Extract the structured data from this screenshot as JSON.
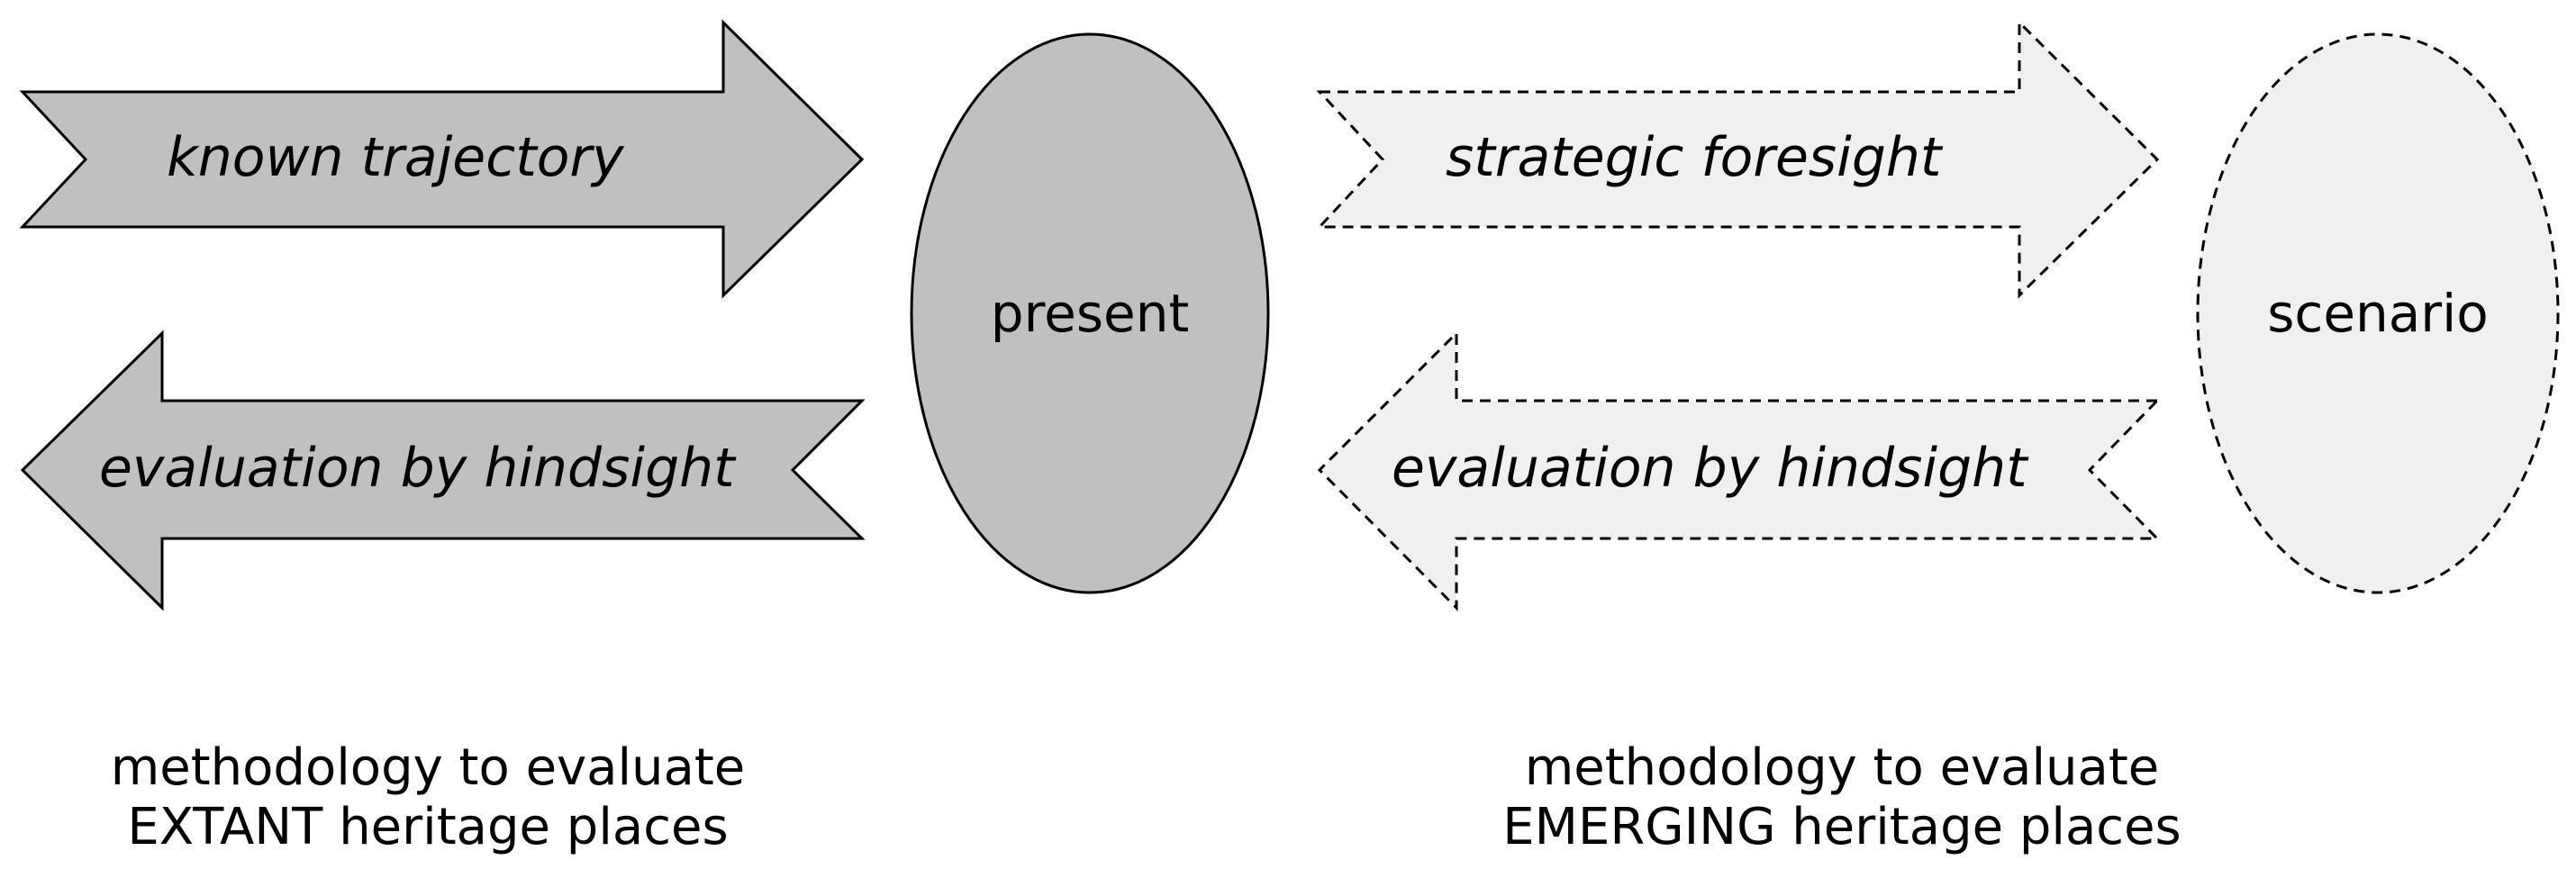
{
  "diagram": {
    "left": {
      "forward_arrow_label": "known trajectory",
      "backward_arrow_label": "evaluation by hindsight",
      "node_label": "present",
      "caption_line1": "methodology to evaluate",
      "caption_line2": "EXTANT heritage places"
    },
    "right": {
      "forward_arrow_label": "strategic foresight",
      "backward_arrow_label": "evaluation by hindsight",
      "node_label": "scenario",
      "caption_line1": "methodology to evaluate",
      "caption_line2": "EMERGING heritage places"
    },
    "colors": {
      "solid_fill": "#c0c0c0",
      "light_fill": "#f0f0f0",
      "stroke": "#000000"
    }
  }
}
